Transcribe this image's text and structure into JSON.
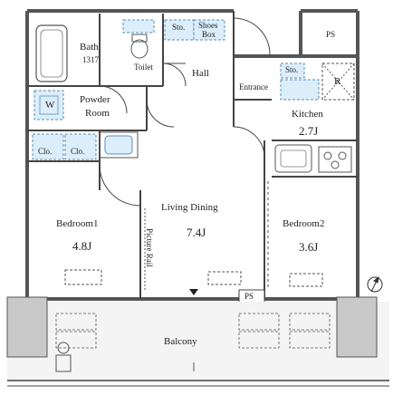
{
  "rooms": {
    "bath": {
      "name": "Bath",
      "size": "1317"
    },
    "toilet": "Toilet",
    "storage": "Sto.",
    "shoes_box": {
      "line1": "Shoes",
      "line2": "Box"
    },
    "hall": "Hall",
    "ps_top": "PS",
    "entrance": "Entrance",
    "entrance_storage": "Sto.",
    "refrigerator": "R",
    "kitchen": {
      "name": "Kitchen",
      "size": "2.7J"
    },
    "powder_room": {
      "line1": "Powder",
      "line2": "Room"
    },
    "washer": "W",
    "closet_1": "Clo.",
    "closet_2": "Clo.",
    "bedroom1": {
      "name": "Bedroom1",
      "size": "4.8J"
    },
    "living_dining": {
      "name": "Living Dining",
      "size": "7.4J"
    },
    "bedroom2": {
      "name": "Bedroom2",
      "size": "3.6J"
    },
    "picture_rail": "Picture Rail",
    "ps_bottom": "PS",
    "balcony": "Balcony"
  },
  "colors": {
    "wall": "#555555",
    "line": "#333333",
    "fixture_fill": "#dceefa",
    "fixture_stroke": "#5a8fb8",
    "column_fill": "#c9c9c9",
    "balcony_panel": "#f4f4f4"
  },
  "icons": [
    "north-arrow-icon",
    "washer-icon",
    "bathtub-icon",
    "toilet-icon",
    "sink-icon",
    "stove-icon",
    "kitchen-sink-icon",
    "air-conditioner-icon",
    "outdoor-unit-icon",
    "entrance-marker-icon"
  ]
}
